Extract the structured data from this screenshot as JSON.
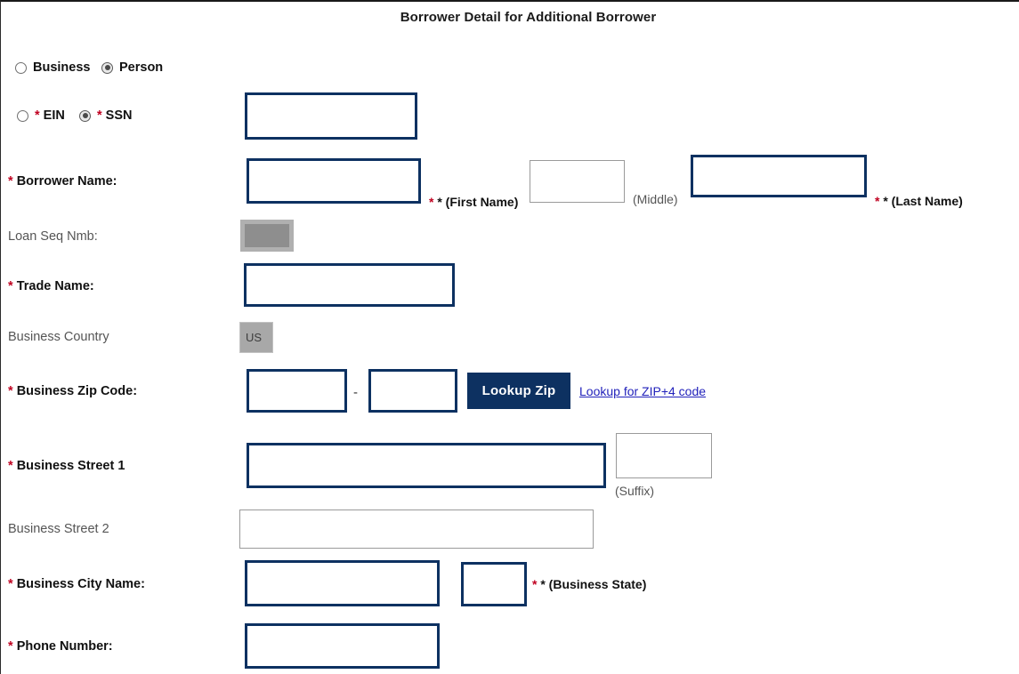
{
  "page": {
    "title": "Borrower Detail for Additional Borrower"
  },
  "entity_type": {
    "options": [
      {
        "label": "Business",
        "selected": false
      },
      {
        "label": "Person",
        "selected": true
      }
    ]
  },
  "tax_id_type": {
    "options": [
      {
        "label": "* EIN",
        "selected": false
      },
      {
        "label": "* SSN",
        "selected": true
      }
    ],
    "value": "",
    "placeholder": ""
  },
  "fields": {
    "borrower_name": {
      "label": "* Borrower Name:",
      "first": {
        "value": "",
        "side_label": "* (First Name)"
      },
      "middle": {
        "value": "",
        "side_label": "(Middle)"
      },
      "last": {
        "value": "",
        "side_label": "* (Last Name)"
      }
    },
    "loan_seq_nmb": {
      "label": "Loan Seq Nmb:",
      "value": ""
    },
    "trade_name": {
      "label": "* Trade Name:",
      "value": ""
    },
    "business_country": {
      "label": "Business Country",
      "value": "US"
    },
    "business_zip": {
      "label": "* Business Zip Code:",
      "zip5": "",
      "separator": "-",
      "zip4": "",
      "button_label": "Lookup Zip",
      "link_label": "Lookup for ZIP+4 code"
    },
    "business_street_1": {
      "label": "* Business Street 1",
      "value": "",
      "suffix": {
        "value": "",
        "side_label": "(Suffix)"
      }
    },
    "business_street_2": {
      "label": "Business Street 2",
      "value": ""
    },
    "business_city": {
      "label": "* Business City Name:",
      "value": "",
      "state": {
        "value": "",
        "side_label": "* (Business State)"
      }
    },
    "phone_number": {
      "label": "* Phone Number:",
      "value": ""
    }
  },
  "colors": {
    "accent_navy": "#0d3161",
    "required_star": "#c00020",
    "link_blue": "#2222bb",
    "disabled_gray": "#a8a8a8"
  }
}
